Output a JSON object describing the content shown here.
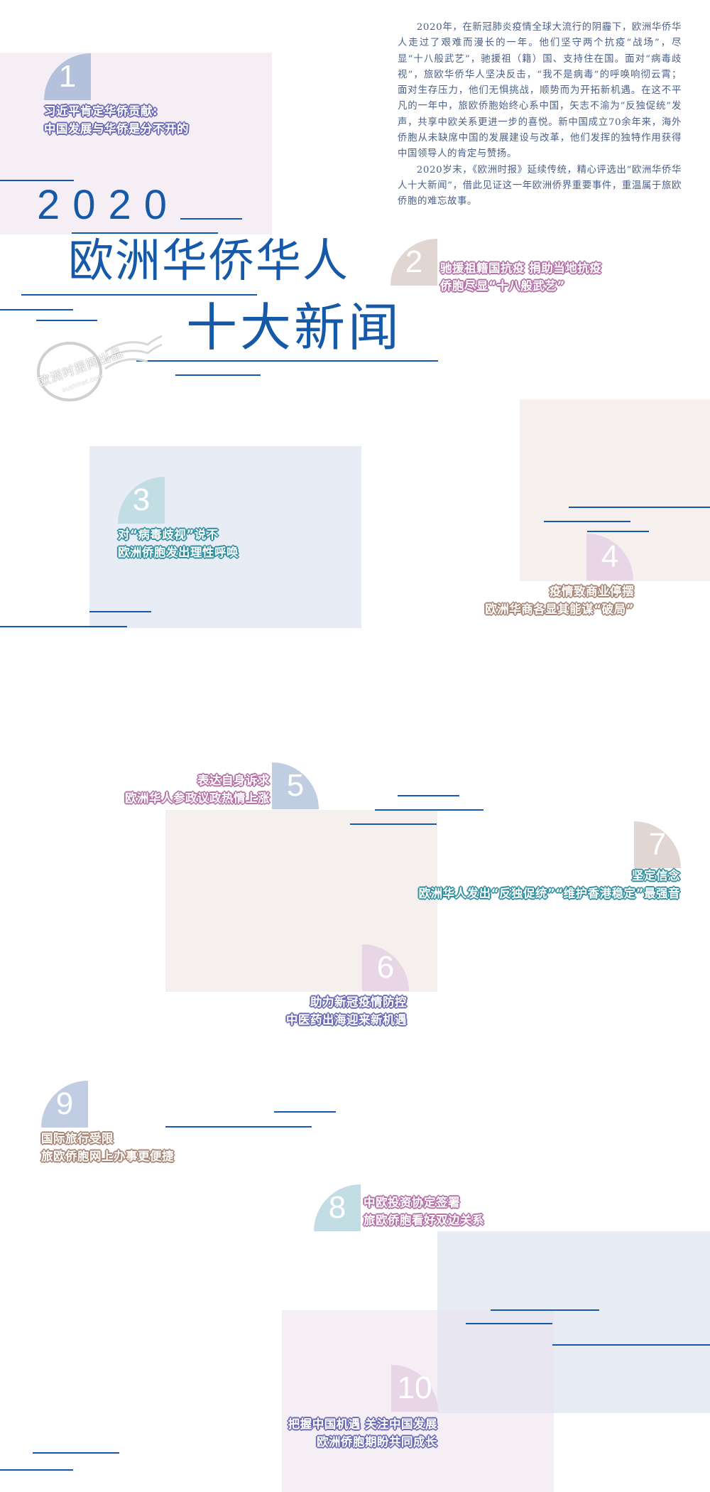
{
  "intro": {
    "paragraphs": [
      "2020年，在新冠肺炎疫情全球大流行的阴霾下，欧洲华侨华人走过了艰难而漫长的一年。他们坚守两个抗疫“战场”，尽显“十八般武艺”，驰援祖（籍）国、支持住在国。面对“病毒歧视”，旅欧华侨华人坚决反击，“我不是病毒”的呼唤响彻云霄；面对生存压力，他们无惧挑战，顺势而为开拓新机遇。在这不平凡的一年中，旅欧侨胞始终心系中国，矢志不渝为“反独促统”发声，共享中欧关系更进一步的喜悦。新中国成立70余年来，海外侨胞从未缺席中国的发展建设与改革，他们发挥的独特作用获得中国领导人的肯定与赞扬。",
      "2020岁末，《欧洲时报》延续传统，精心评选出“欧洲华侨华人十大新闻”，借此见证这一年欧洲侨界重要事件，重温属于旅欧侨胞的难忘故事。"
    ]
  },
  "title": {
    "year": "2020",
    "line1": "欧洲华侨华人",
    "line2": "十大新闻"
  },
  "stamp": {
    "text": "欧洲时报网出品",
    "url": "oushinet.com"
  },
  "colors": {
    "accent": "#1559a8",
    "badge_blue": "#b3c1dd",
    "badge_beige": "#e2d6d2",
    "badge_teal": "#c2dde4",
    "badge_pink": "#e8d5e6"
  },
  "news": [
    {
      "number": "1",
      "line1": "习近平肯定华侨贡献:",
      "line2": "中国发展与华侨是分不开的"
    },
    {
      "number": "2",
      "line1": "驰援祖籍国抗疫  捐助当地抗疫",
      "line2": "侨胞尽显“十八般武艺”"
    },
    {
      "number": "3",
      "line1": "对“病毒歧视”说不",
      "line2": "欧洲侨胞发出理性呼唤"
    },
    {
      "number": "4",
      "line1": "疫情致商业停摆",
      "line2": "欧洲华商各显其能谋“破局”"
    },
    {
      "number": "5",
      "line1": "表达自身诉求",
      "line2": "欧洲华人参政议政热情上涨"
    },
    {
      "number": "6",
      "line1": "助力新冠疫情防控",
      "line2": "中医药出海迎来新机遇"
    },
    {
      "number": "7",
      "line1": "坚定信念",
      "line2": "欧洲华人发出“反独促统”“维护香港稳定”最强音"
    },
    {
      "number": "8",
      "line1": "中欧投资协定签署",
      "line2": "旅欧侨胞看好双边关系"
    },
    {
      "number": "9",
      "line1": "国际旅行受限",
      "line2": "旅欧侨胞网上办事更便捷"
    },
    {
      "number": "10",
      "line1": "把握中国机遇  关注中国发展",
      "line2": "欧洲侨胞期盼共同成长"
    }
  ]
}
